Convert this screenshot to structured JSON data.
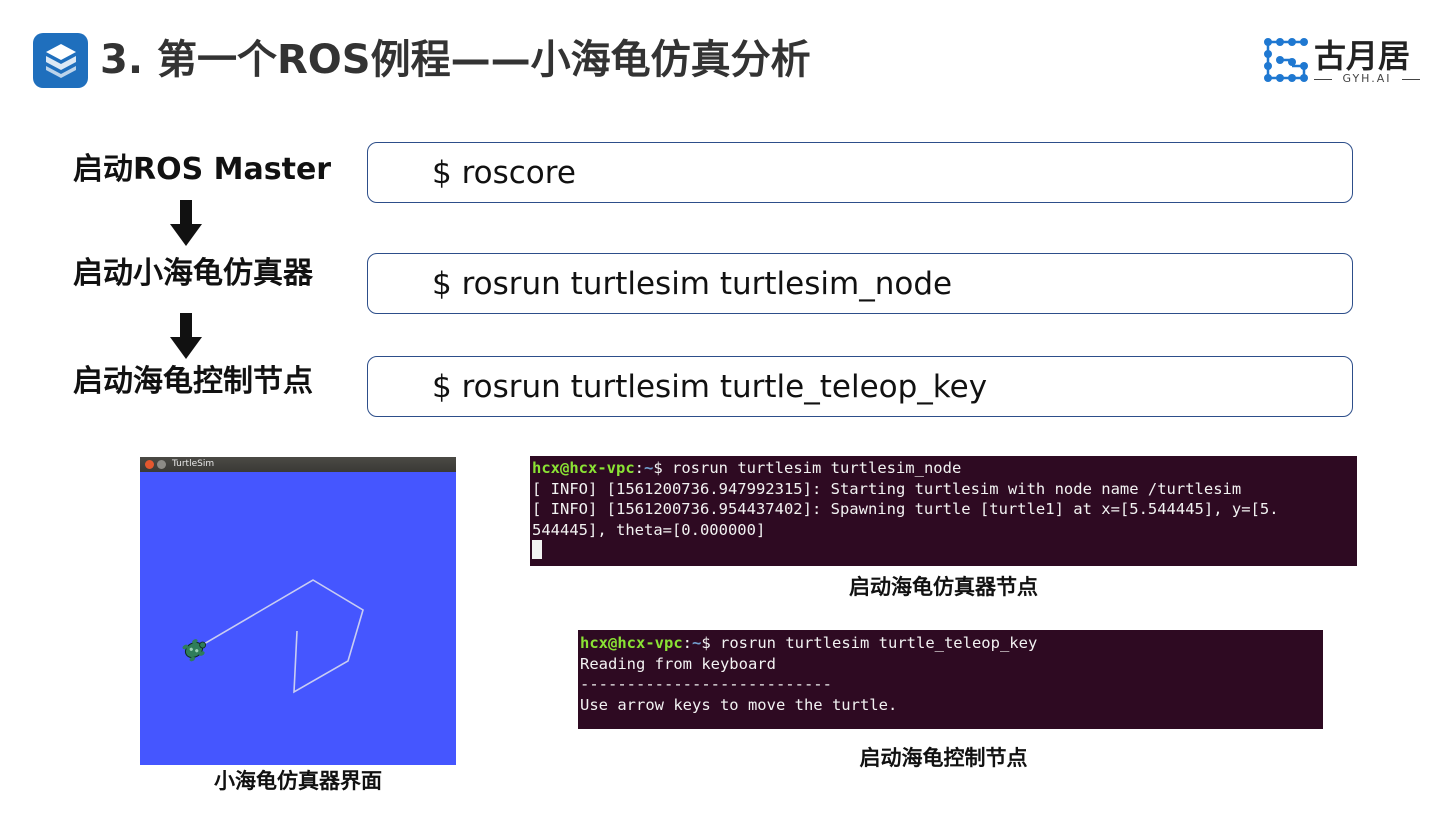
{
  "header": {
    "title": "3. 第一个ROS例程——小海龟仿真分析",
    "brand_name": "古月居",
    "brand_sub": "GYH.AI"
  },
  "steps": [
    {
      "label": "启动ROS Master",
      "command": "$ roscore"
    },
    {
      "label": "启动小海龟仿真器",
      "command": "$ rosrun turtlesim turtlesim_node"
    },
    {
      "label": "启动海龟控制节点",
      "command": "$ rosrun turtlesim turtle_teleop_key"
    }
  ],
  "turtlesim": {
    "window_title": "TurtleSim",
    "background_color": "#4556ff",
    "caption": "小海龟仿真器界面"
  },
  "terminal_node": {
    "prompt_user": "hcx@hcx-vpc",
    "prompt_sep": ":",
    "prompt_path": "~",
    "prompt_end": "$ ",
    "command": "rosrun turtlesim turtlesim_node",
    "lines": [
      "[ INFO] [1561200736.947992315]: Starting turtlesim with node name /turtlesim",
      "[ INFO] [1561200736.954437402]: Spawning turtle [turtle1] at x=[5.544445], y=[5.",
      "544445], theta=[0.000000]"
    ],
    "caption": "启动海龟仿真器节点"
  },
  "terminal_teleop": {
    "prompt_user": "hcx@hcx-vpc",
    "prompt_sep": ":",
    "prompt_path": "~",
    "prompt_end": "$ ",
    "command": "rosrun turtlesim turtle_teleop_key",
    "lines": [
      "Reading from keyboard",
      "---------------------------",
      "Use arrow keys to move the turtle."
    ],
    "caption": "启动海龟控制节点"
  },
  "colors": {
    "accent_blue": "#1f6fbd",
    "terminal_bg": "#2e0a22",
    "prompt_green": "#8ae234",
    "prompt_blue": "#729fcf"
  }
}
